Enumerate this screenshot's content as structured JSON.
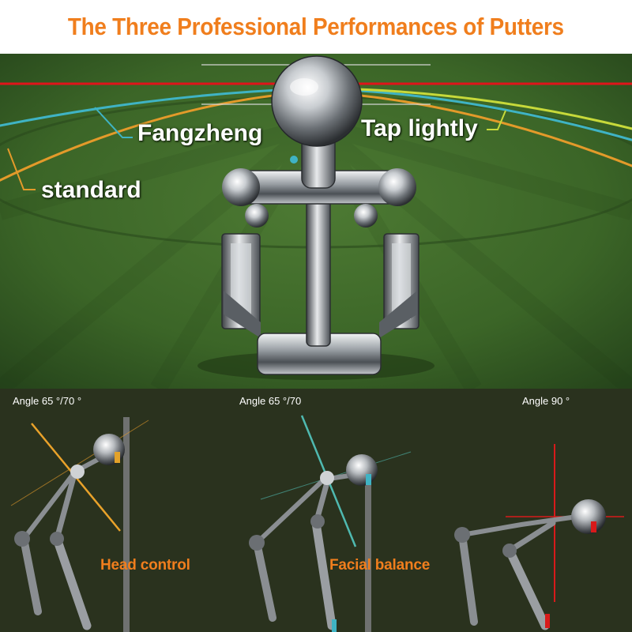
{
  "title": "The Three Professional Performances of Putters",
  "callouts": {
    "fangzheng": "Fangzheng",
    "tap_lightly": "Tap lightly",
    "standard": "standard"
  },
  "angles": [
    {
      "label": "Angle 65 °/70 °",
      "caption": "Head control",
      "line_color": "#e9a22a"
    },
    {
      "label": "Angle 65 °/70",
      "caption": "Facial balance",
      "line_color": "#4fb9b0"
    },
    {
      "label": "Angle 90 °",
      "caption": "",
      "line_color": "#d81a1a"
    }
  ],
  "colors": {
    "title": "#f07e1d",
    "caption": "#f07e1d",
    "angle_label": "#ffffff",
    "grass": "#3e6b2a",
    "bottom_bg": "#2a321e",
    "line_red": "#e0141a",
    "line_orange": "#e39a2a",
    "line_teal": "#3fb3c4",
    "line_yellow_green": "#c7d93a"
  }
}
